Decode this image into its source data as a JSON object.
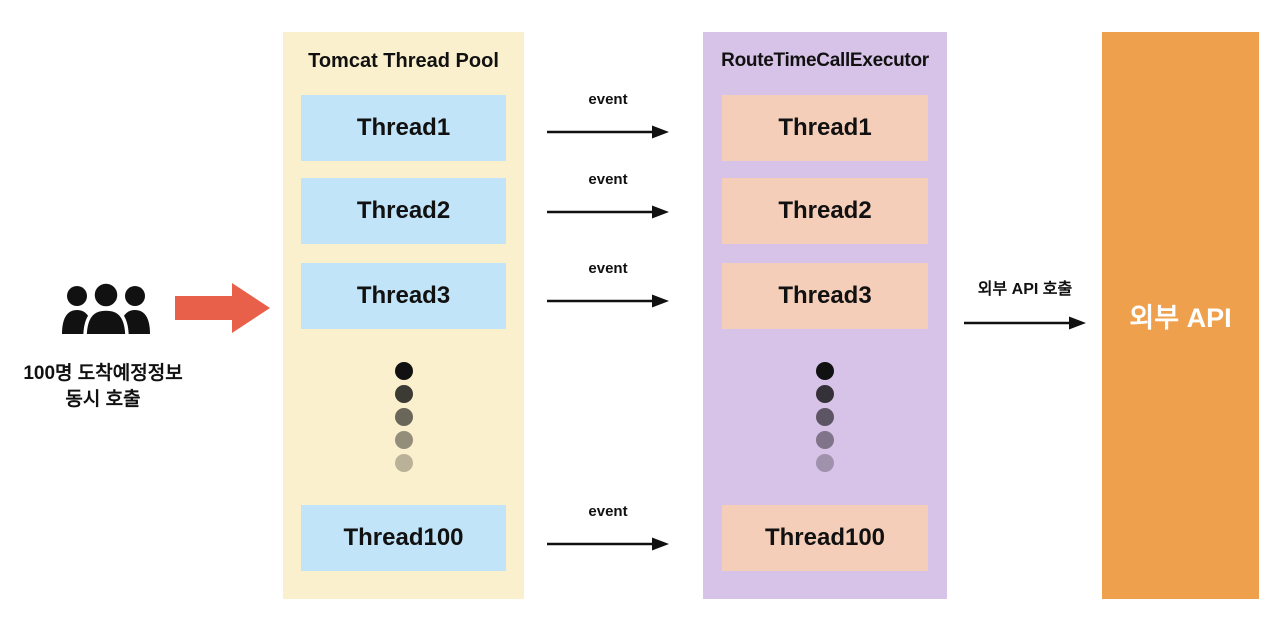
{
  "colors": {
    "canvas_bg": "#FFFFFF",
    "tomcat_pool_bg": "#FAF0CE",
    "tomcat_thread_bg": "#C2E4F8",
    "executor_pool_bg": "#D7C2E8",
    "executor_thread_bg": "#F5CEBA",
    "external_api_bg": "#EFA04D",
    "external_api_text": "#FFFFFF",
    "block_arrow": "#E8604A",
    "ink": "#111111"
  },
  "left": {
    "caption_line1": "100명 도착예정정보",
    "caption_line2": "동시 호출",
    "icons": {
      "users": "users-group-icon",
      "flow": "block-arrow-right-icon"
    }
  },
  "tomcat_pool": {
    "title": "Tomcat Thread Pool",
    "threads": [
      "Thread1",
      "Thread2",
      "Thread3",
      "Thread100"
    ],
    "ellipsis": "vertical-fading-dots"
  },
  "executor_pool": {
    "title": "RouteTimeCallExecutor",
    "threads": [
      "Thread1",
      "Thread2",
      "Thread3",
      "Thread100"
    ],
    "ellipsis": "vertical-fading-dots"
  },
  "labels": {
    "event": "event",
    "api_call": "외부 API 호출"
  },
  "external_api": {
    "label": "외부 API"
  }
}
